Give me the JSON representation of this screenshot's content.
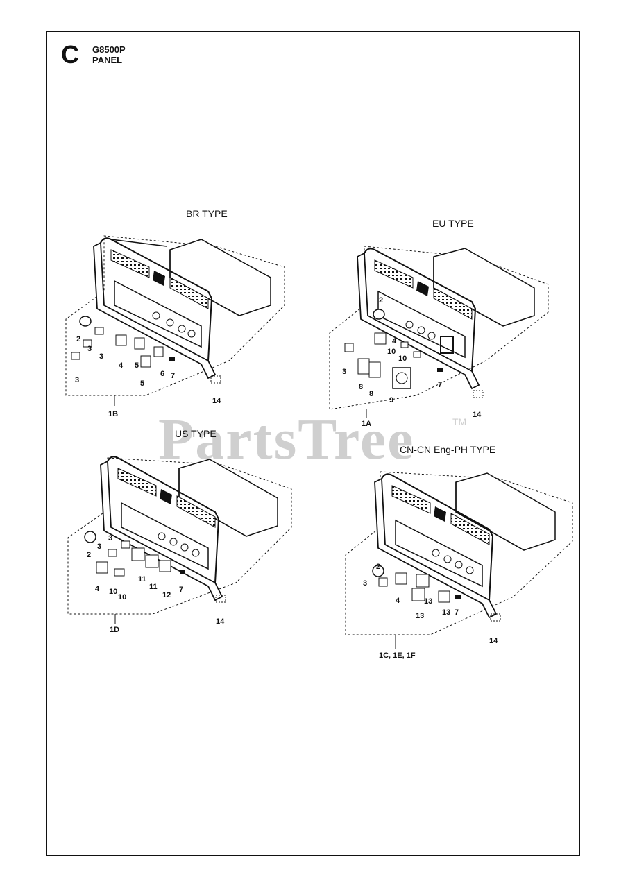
{
  "header": {
    "section": "C",
    "model": "G8500P",
    "title": "PANEL"
  },
  "watermark": {
    "text": "PartsTree",
    "tm": "TM"
  },
  "diagrams": [
    {
      "type_label": "BR TYPE",
      "assembly_ref": "1B",
      "callouts": [
        "2",
        "3",
        "3",
        "3",
        "4",
        "5",
        "5",
        "6",
        "7",
        "14"
      ]
    },
    {
      "type_label": "EU TYPE",
      "assembly_ref": "1A",
      "callouts": [
        "2",
        "3",
        "4",
        "10",
        "10",
        "8",
        "8",
        "9",
        "7",
        "14"
      ]
    },
    {
      "type_label": "US TYPE",
      "assembly_ref": "1D",
      "callouts": [
        "2",
        "3",
        "3",
        "4",
        "10",
        "10",
        "11",
        "11",
        "12",
        "7",
        "14"
      ]
    },
    {
      "type_label": "CN-CN Eng-PH TYPE",
      "assembly_ref": "1C, 1E, 1F",
      "callouts": [
        "2",
        "3",
        "4",
        "13",
        "13",
        "13",
        "7",
        "14"
      ]
    }
  ]
}
